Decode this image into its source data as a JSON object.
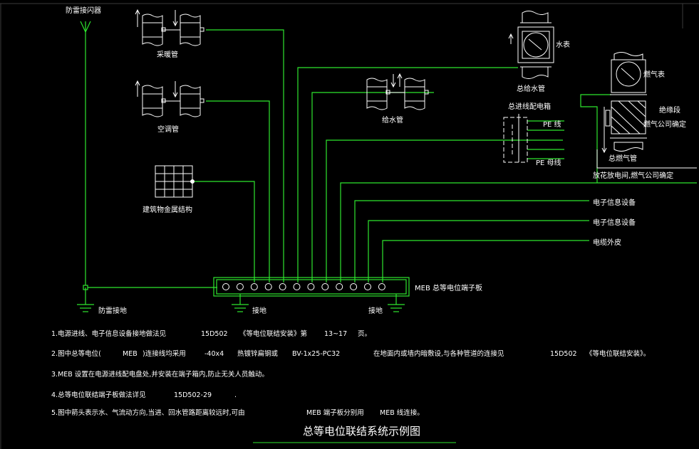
{
  "colors": {
    "background": "#000000",
    "wire": "#2ee62e",
    "equipment": "#ffffff",
    "text": "#ffffff",
    "frame": "#3a3a3a"
  },
  "labels": {
    "lightning_arrester": "防雷接闪器",
    "heating_pipe": "采暖管",
    "ac_pipe": "空调管",
    "water_pipe": "给水管",
    "water_meter": "水表",
    "main_water_pipe": "总给水管",
    "gas_meter": "燃气表",
    "insulating_section": "绝缘段",
    "gas_company_determined": "燃气公司确定",
    "main_gas_pipe": "总燃气管",
    "spark_gap_note": "放花放电间,燃气公司确定",
    "main_distribution_box": "总进线配电箱",
    "pe_line": "PE 线",
    "pe_busbar": "PE 母线",
    "building_metal_structure": "建筑物金属结构",
    "electronic_device_1": "电子信息设备",
    "electronic_device_2": "电子信息设备",
    "cable_sheath": "电缆外皮",
    "meb_board": "MEB  总等电位端子板",
    "lightning_ground": "防雷接地",
    "ground_1": "接地",
    "ground_2": "接地"
  },
  "notes": {
    "n1_text": "1.电源进线、电子信息设备接地做法见",
    "n1_code": "15D502",
    "n1_book": "《等电位联结安装》第",
    "n1_pages": "13~17",
    "n1_page_unit": "页。",
    "n2_text": "2.图中总等电位(",
    "n2_meb": "MEB",
    "n2_rest": ")连接线均采用",
    "n2_size": "-40x4",
    "n2_steel": "热镀锌扁钢或",
    "n2_cable": "BV-1x25-PC32",
    "n2_desc": "在地面内或墙内暗敷设,与各种管道的连接见",
    "n2_code": "15D502",
    "n2_book": "《等电位联结安装》。",
    "n3_text": "3.MEB  设置在电源进线配电盘处,并安装在端子箱内,防止无关人员触动。",
    "n4_text": "4.总等电位联结端子板做法详见",
    "n4_code": "15D502-29",
    "n4_dot": ".",
    "n5_text": "5.图中箭头表示水、气流动方向,当进、回水管路距离较远时,可由",
    "n5_meb1": "MEB  端子板分别用",
    "n5_meb2": "MEB  线连接。"
  },
  "title": "总等电位联结系统示例图"
}
